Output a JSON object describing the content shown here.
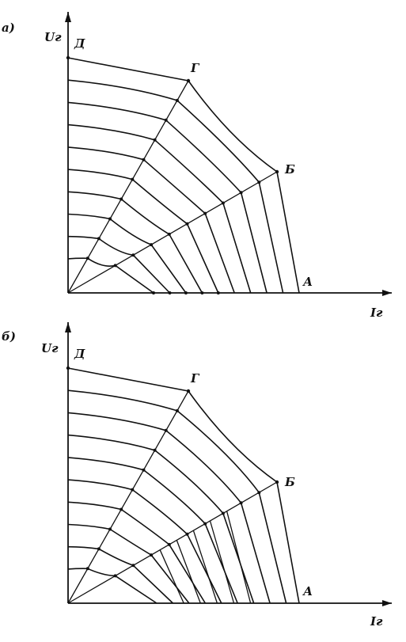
{
  "panels": [
    {
      "id": "a",
      "panel_label": "а)",
      "y_axis_label": "Uг",
      "x_axis_label": "Iг",
      "points": {
        "D": "Д",
        "G": "Г",
        "B": "Б",
        "A": "А"
      }
    },
    {
      "id": "b",
      "panel_label": "б)",
      "y_axis_label": "Uг",
      "x_axis_label": "Iг",
      "points": {
        "D": "Д",
        "G": "Г",
        "B": "Б",
        "A": "А"
      }
    }
  ],
  "colors": {
    "ink": "#111111",
    "background": "#ffffff"
  }
}
